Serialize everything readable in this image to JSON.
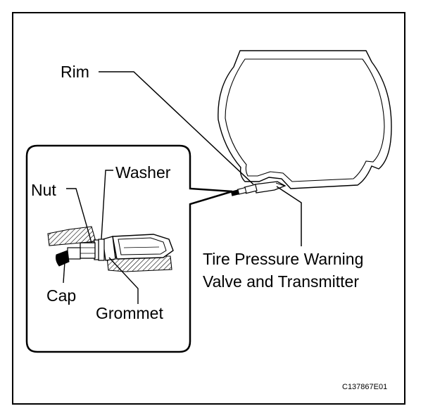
{
  "labels": {
    "rim": "Rim",
    "washer": "Washer",
    "nut": "Nut",
    "cap": "Cap",
    "grommet": "Grommet",
    "valve_line1": "Tire Pressure Warning",
    "valve_line2": "Valve and Transmitter"
  },
  "figure_code": "C137867E01",
  "colors": {
    "line": "#000000",
    "background": "#ffffff"
  }
}
